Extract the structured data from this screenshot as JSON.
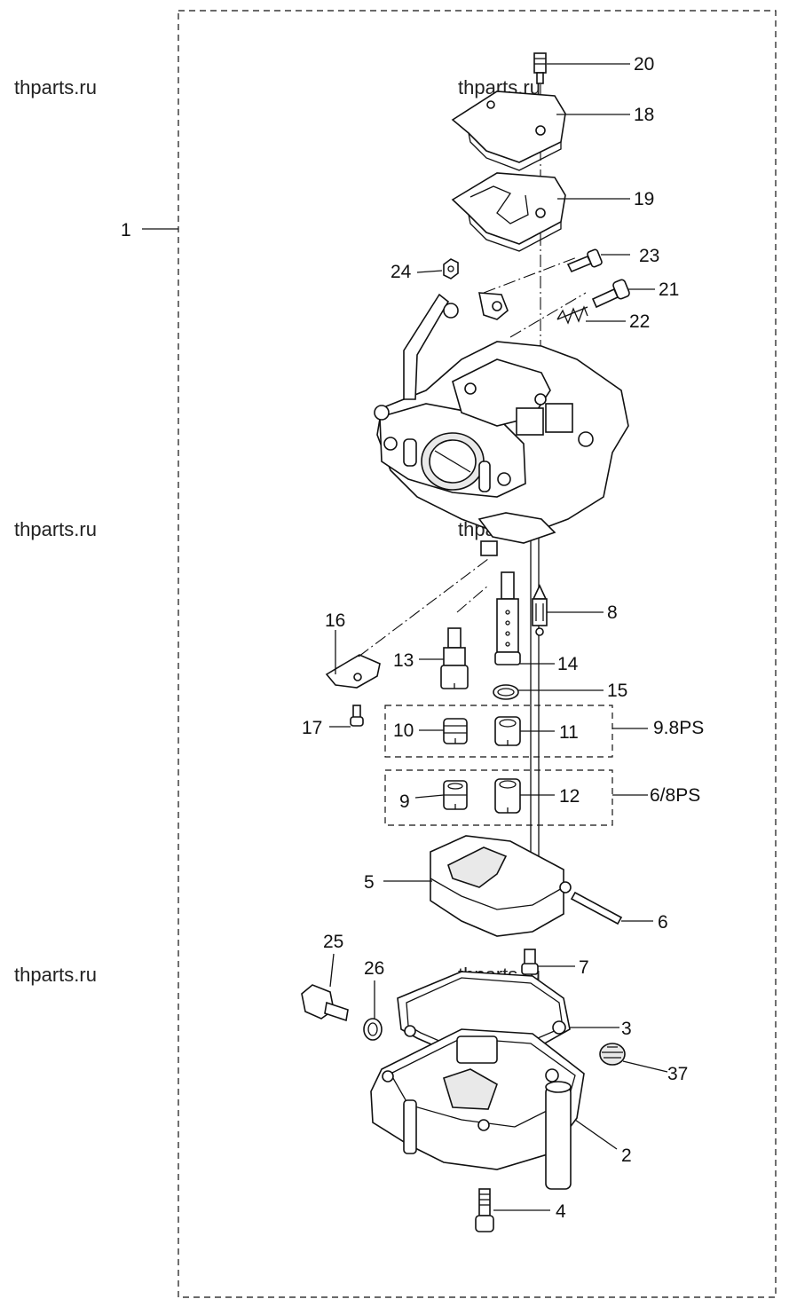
{
  "watermarks": [
    "thparts.ru",
    "thparts.ru",
    "thparts.ru",
    "thparts.ru",
    "thparts.ru",
    "thparts.ru"
  ],
  "callouts": {
    "p1": "1",
    "p2": "2",
    "p3": "3",
    "p4": "4",
    "p5": "5",
    "p6": "6",
    "p7": "7",
    "p8": "8",
    "p9": "9",
    "p10": "10",
    "p11": "11",
    "p12": "12",
    "p13": "13",
    "p14": "14",
    "p15": "15",
    "p16": "16",
    "p17": "17",
    "p18": "18",
    "p19": "19",
    "p20": "20",
    "p21": "21",
    "p22": "22",
    "p23": "23",
    "p24": "24",
    "p25": "25",
    "p26": "26",
    "p37": "37"
  },
  "groups": {
    "group_a": "9.8PS",
    "group_b": "6/8PS"
  }
}
